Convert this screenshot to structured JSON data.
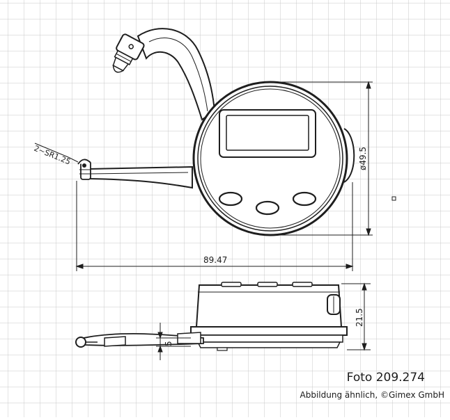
{
  "drawing": {
    "label_radius": "2~SR1.25",
    "label_diameter": "ø49.5",
    "label_length": "89.47",
    "label_height": "21.5",
    "label_offset": "5"
  },
  "caption": {
    "photo": "Foto 209.274",
    "note": "Abbildung ähnlich, ©Gimex GmbH"
  },
  "colors": {
    "grid": "#c9c9c9",
    "line": "#1e1e1e"
  }
}
